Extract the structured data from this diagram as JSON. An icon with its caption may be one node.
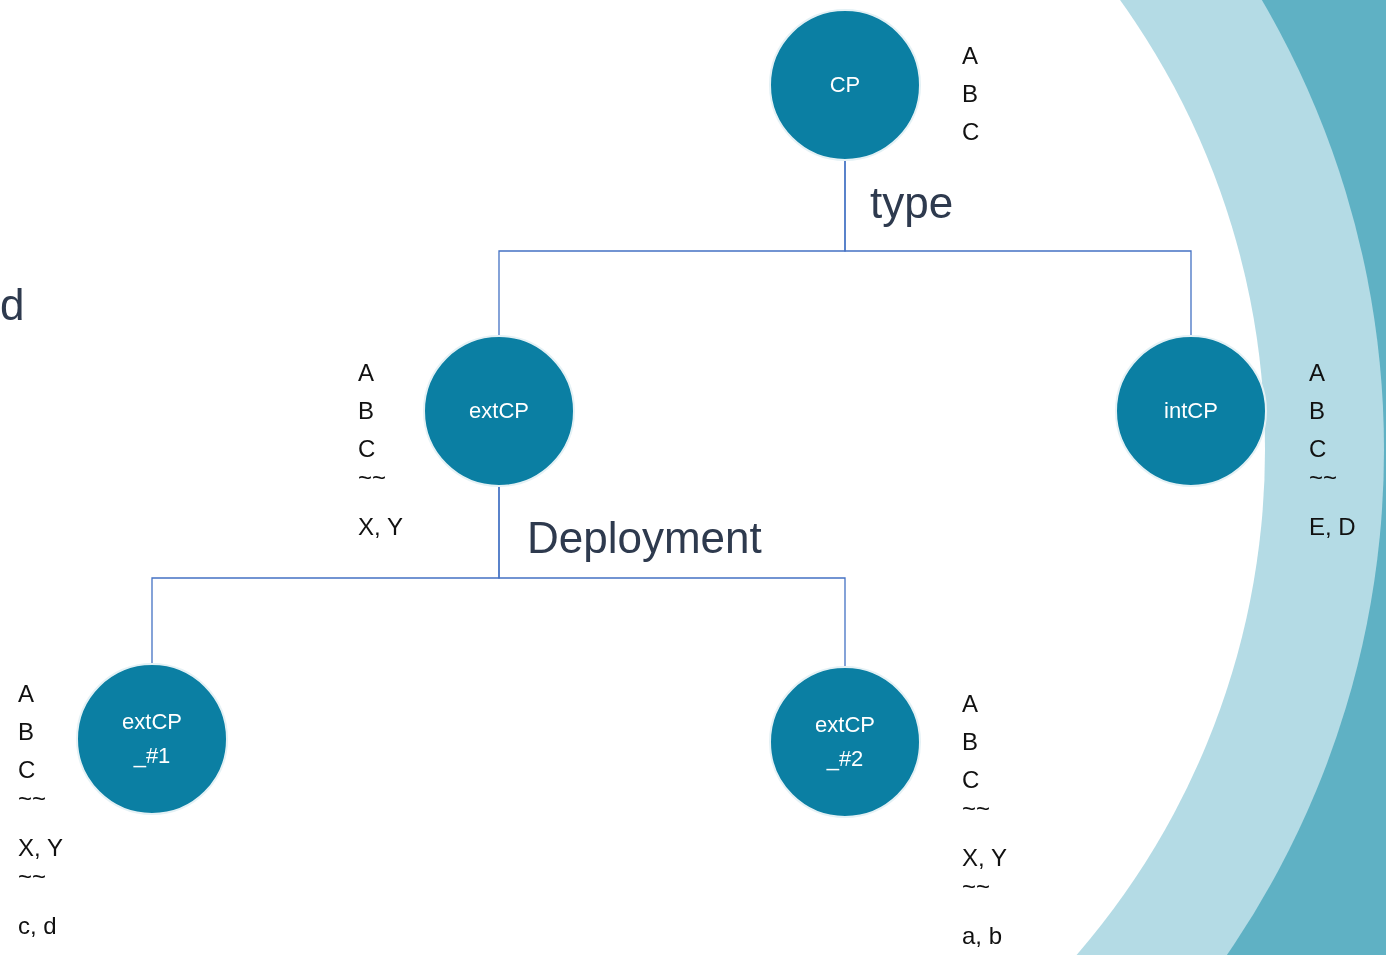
{
  "diagram": {
    "nodes": [
      {
        "text": [
          "CP"
        ],
        "beside": [
          "A",
          "B",
          "C"
        ]
      },
      {
        "text": [
          "extCP"
        ],
        "beside": [
          "A",
          "B",
          "C",
          "~~",
          "X, Y"
        ]
      },
      {
        "text": [
          "intCP"
        ],
        "beside": [
          "A",
          "B",
          "C",
          "~~",
          "E, D"
        ]
      },
      {
        "text": [
          "extCP _#1"
        ],
        "beside": [
          "A",
          "B",
          "C",
          "~~",
          "X, Y",
          "~~",
          "c, d"
        ]
      },
      {
        "text": [
          "extCP _#2"
        ],
        "beside": [
          "A",
          "B",
          "C",
          "~~",
          "X, Y",
          "~~",
          "a, b"
        ]
      }
    ],
    "edges": [
      {
        "from": 0,
        "to": 1,
        "arrow": "none"
      },
      {
        "from": 0,
        "to": 2,
        "arrow": "none"
      },
      {
        "from": 1,
        "to": 3,
        "arrow": "none"
      },
      {
        "from": 1,
        "to": 4,
        "arrow": "none"
      }
    ],
    "labels": [
      "type",
      "d",
      "Deployment"
    ]
  }
}
